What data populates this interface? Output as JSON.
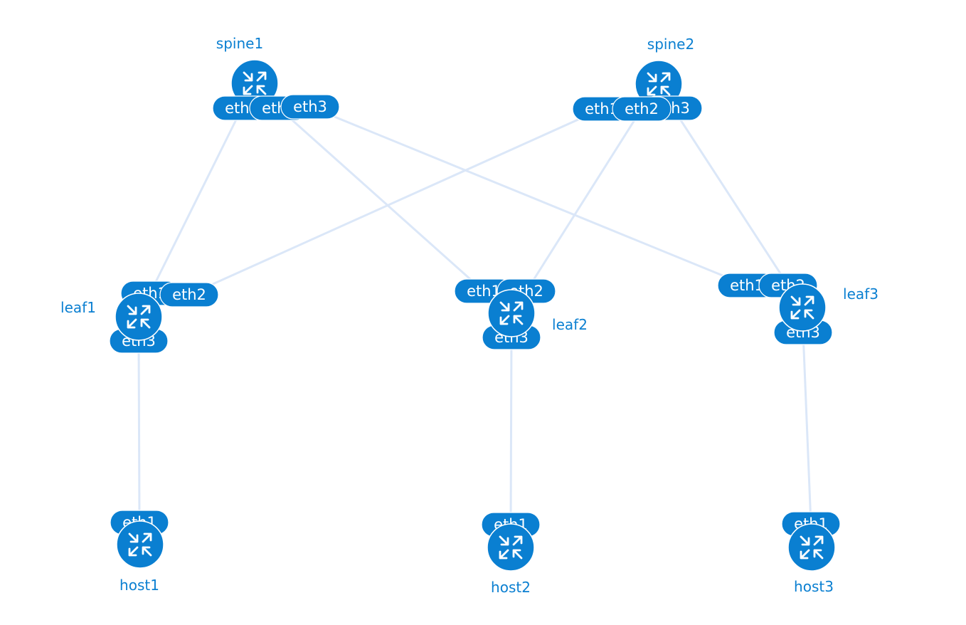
{
  "colors": {
    "node": "#0a7fd1",
    "link": "#dbe7f8",
    "label": "#0a7fd1",
    "port_text": "#ffffff"
  },
  "icon": "router-arrows-icon",
  "nodes": [
    {
      "id": "spine1",
      "label": "spine1"
    },
    {
      "id": "spine2",
      "label": "spine2"
    },
    {
      "id": "leaf1",
      "label": "leaf1"
    },
    {
      "id": "leaf2",
      "label": "leaf2"
    },
    {
      "id": "leaf3",
      "label": "leaf3"
    },
    {
      "id": "host1",
      "label": "host1"
    },
    {
      "id": "host2",
      "label": "host2"
    },
    {
      "id": "host3",
      "label": "host3"
    }
  ],
  "links": [
    {
      "source": "spine1",
      "source_port": "eth1",
      "target": "leaf1",
      "target_port": "eth1"
    },
    {
      "source": "spine1",
      "source_port": "eth2",
      "target": "leaf2",
      "target_port": "eth1"
    },
    {
      "source": "spine1",
      "source_port": "eth3",
      "target": "leaf3",
      "target_port": "eth1"
    },
    {
      "source": "spine2",
      "source_port": "eth1",
      "target": "leaf1",
      "target_port": "eth2"
    },
    {
      "source": "spine2",
      "source_port": "eth2",
      "target": "leaf2",
      "target_port": "eth2"
    },
    {
      "source": "spine2",
      "source_port": "eth3",
      "target": "leaf3",
      "target_port": "eth2"
    },
    {
      "source": "leaf1",
      "source_port": "eth3",
      "target": "host1",
      "target_port": "eth1"
    },
    {
      "source": "leaf2",
      "source_port": "eth3",
      "target": "host2",
      "target_port": "eth1"
    },
    {
      "source": "leaf3",
      "source_port": "eth3",
      "target": "host3",
      "target_port": "eth1"
    }
  ]
}
